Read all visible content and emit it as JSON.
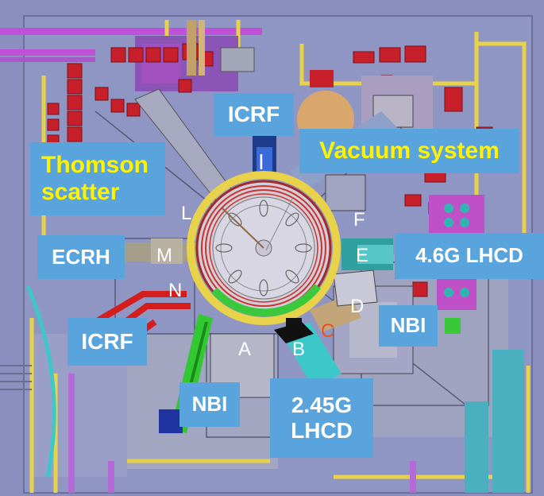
{
  "labels": {
    "icrf_top": "ICRF",
    "vacuum": "Vacuum system",
    "thomson_line1": "Thomson",
    "thomson_line2": "scatter",
    "ecrh": "ECRH",
    "lhcd_46": "4.6G LHCD",
    "nbi_right": "NBI",
    "icrf_left": "ICRF",
    "nbi_bottom": "NBI",
    "lhcd_245_line1": "2.45G",
    "lhcd_245_line2": "LHCD"
  },
  "ports": {
    "I": "I",
    "L": "L",
    "M": "M",
    "N": "N",
    "F": "F",
    "E": "E",
    "D": "D",
    "C": "C",
    "B": "B",
    "A": "A"
  },
  "colors": {
    "background": "#8a8fc0",
    "label_box": "#5aa4dd",
    "yellow_text": "#fff200",
    "frame_yellow": "#e8d24a",
    "red_equipment": "#c8202a",
    "green_beam": "#28c81e",
    "cyan_duct": "#3cc8c8",
    "port_c_text": "#e8501e"
  }
}
